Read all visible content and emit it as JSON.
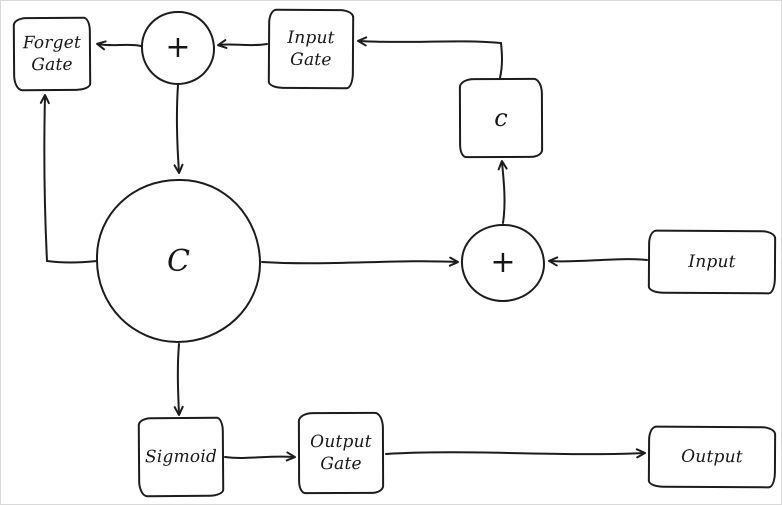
{
  "diagram": {
    "type": "flow-diagram",
    "style": "hand-drawn",
    "colors": {
      "stroke": "#1c1c1c",
      "background": "#ffffff",
      "text": "#161616"
    },
    "nodes": {
      "forget_gate": {
        "label": "Forget Gate",
        "shape": "rect"
      },
      "add_top": {
        "label": "+",
        "shape": "circle"
      },
      "input_gate": {
        "label": "Input Gate",
        "shape": "rect"
      },
      "candidate_c": {
        "label": "c",
        "shape": "rect"
      },
      "cell_c": {
        "label": "C",
        "shape": "circle"
      },
      "add_right": {
        "label": "+",
        "shape": "circle"
      },
      "input": {
        "label": "Input",
        "shape": "rect"
      },
      "sigmoid": {
        "label": "Sigmoid",
        "shape": "rect"
      },
      "output_gate": {
        "label": "Output Gate",
        "shape": "rect"
      },
      "output": {
        "label": "Output",
        "shape": "rect"
      }
    },
    "edges": [
      {
        "from": "add_top",
        "to": "forget_gate"
      },
      {
        "from": "input_gate",
        "to": "add_top"
      },
      {
        "from": "candidate_c",
        "to": "input_gate"
      },
      {
        "from": "add_top",
        "to": "cell_c"
      },
      {
        "from": "cell_c",
        "to": "forget_gate"
      },
      {
        "from": "cell_c",
        "to": "add_right"
      },
      {
        "from": "input",
        "to": "add_right"
      },
      {
        "from": "add_right",
        "to": "candidate_c"
      },
      {
        "from": "cell_c",
        "to": "sigmoid"
      },
      {
        "from": "sigmoid",
        "to": "output_gate"
      },
      {
        "from": "output_gate",
        "to": "output"
      }
    ]
  }
}
